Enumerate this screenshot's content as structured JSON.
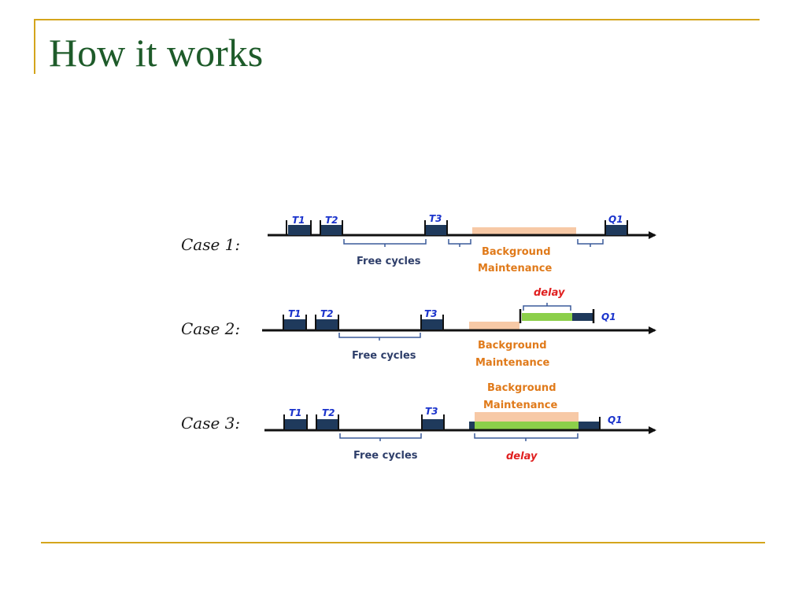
{
  "slide": {
    "title": "How it works"
  },
  "colors": {
    "rule": "#d4a51c",
    "title": "#1e5b2a",
    "task": "#1f3a5c",
    "background_maintenance": "#f7c9a6",
    "delay_fill": "#8ccf4a",
    "task_label": "#1a33cc",
    "bg_label": "#e07a1a",
    "delay_label": "#e02020"
  },
  "cases": [
    {
      "label": "Case 1:",
      "tasks": [
        "T1",
        "T2",
        "T3",
        "Q1"
      ],
      "free_cycles": "Free cycles",
      "background_maintenance": [
        "Background",
        "Maintenance"
      ]
    },
    {
      "label": "Case 2:",
      "tasks": [
        "T1",
        "T2",
        "T3",
        "Q1"
      ],
      "free_cycles": "Free cycles",
      "background_maintenance": [
        "Background",
        "Maintenance"
      ],
      "delay": "delay"
    },
    {
      "label": "Case 3:",
      "tasks": [
        "T1",
        "T2",
        "T3",
        "Q1"
      ],
      "free_cycles": "Free cycles",
      "background_maintenance": [
        "Background",
        "Maintenance"
      ],
      "delay": "delay"
    }
  ]
}
